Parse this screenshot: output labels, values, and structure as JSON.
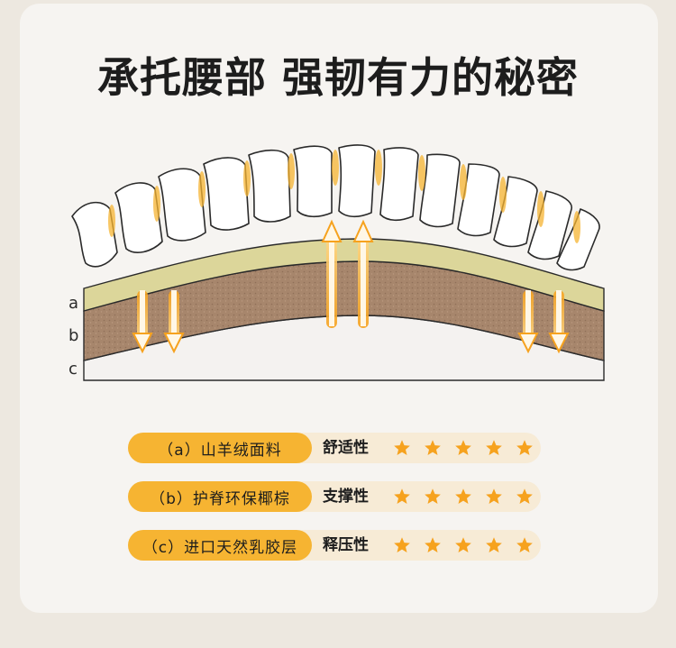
{
  "title": "承托腰部 强韧有力的秘密",
  "layers": [
    {
      "letter": "a",
      "color": "#dcd69a"
    },
    {
      "letter": "b",
      "color": "#a7866c"
    },
    {
      "letter": "c",
      "color": "#f4f2f0"
    }
  ],
  "features": [
    {
      "material": "（a）山羊绒面料",
      "property": "舒适性",
      "stars": 5
    },
    {
      "material": "（b）护脊环保椰棕",
      "property": "支撑性",
      "stars": 5
    },
    {
      "material": "（c）进口天然乳胶层",
      "property": "释压性",
      "stars": 5
    }
  ],
  "colors": {
    "accent": "#f6b432",
    "row_bg": "#f7ebd6",
    "star": "#f6a21e",
    "card": "#f6f4f1"
  },
  "icons": {
    "arrow": "arrow-icon",
    "star": "star-icon"
  }
}
